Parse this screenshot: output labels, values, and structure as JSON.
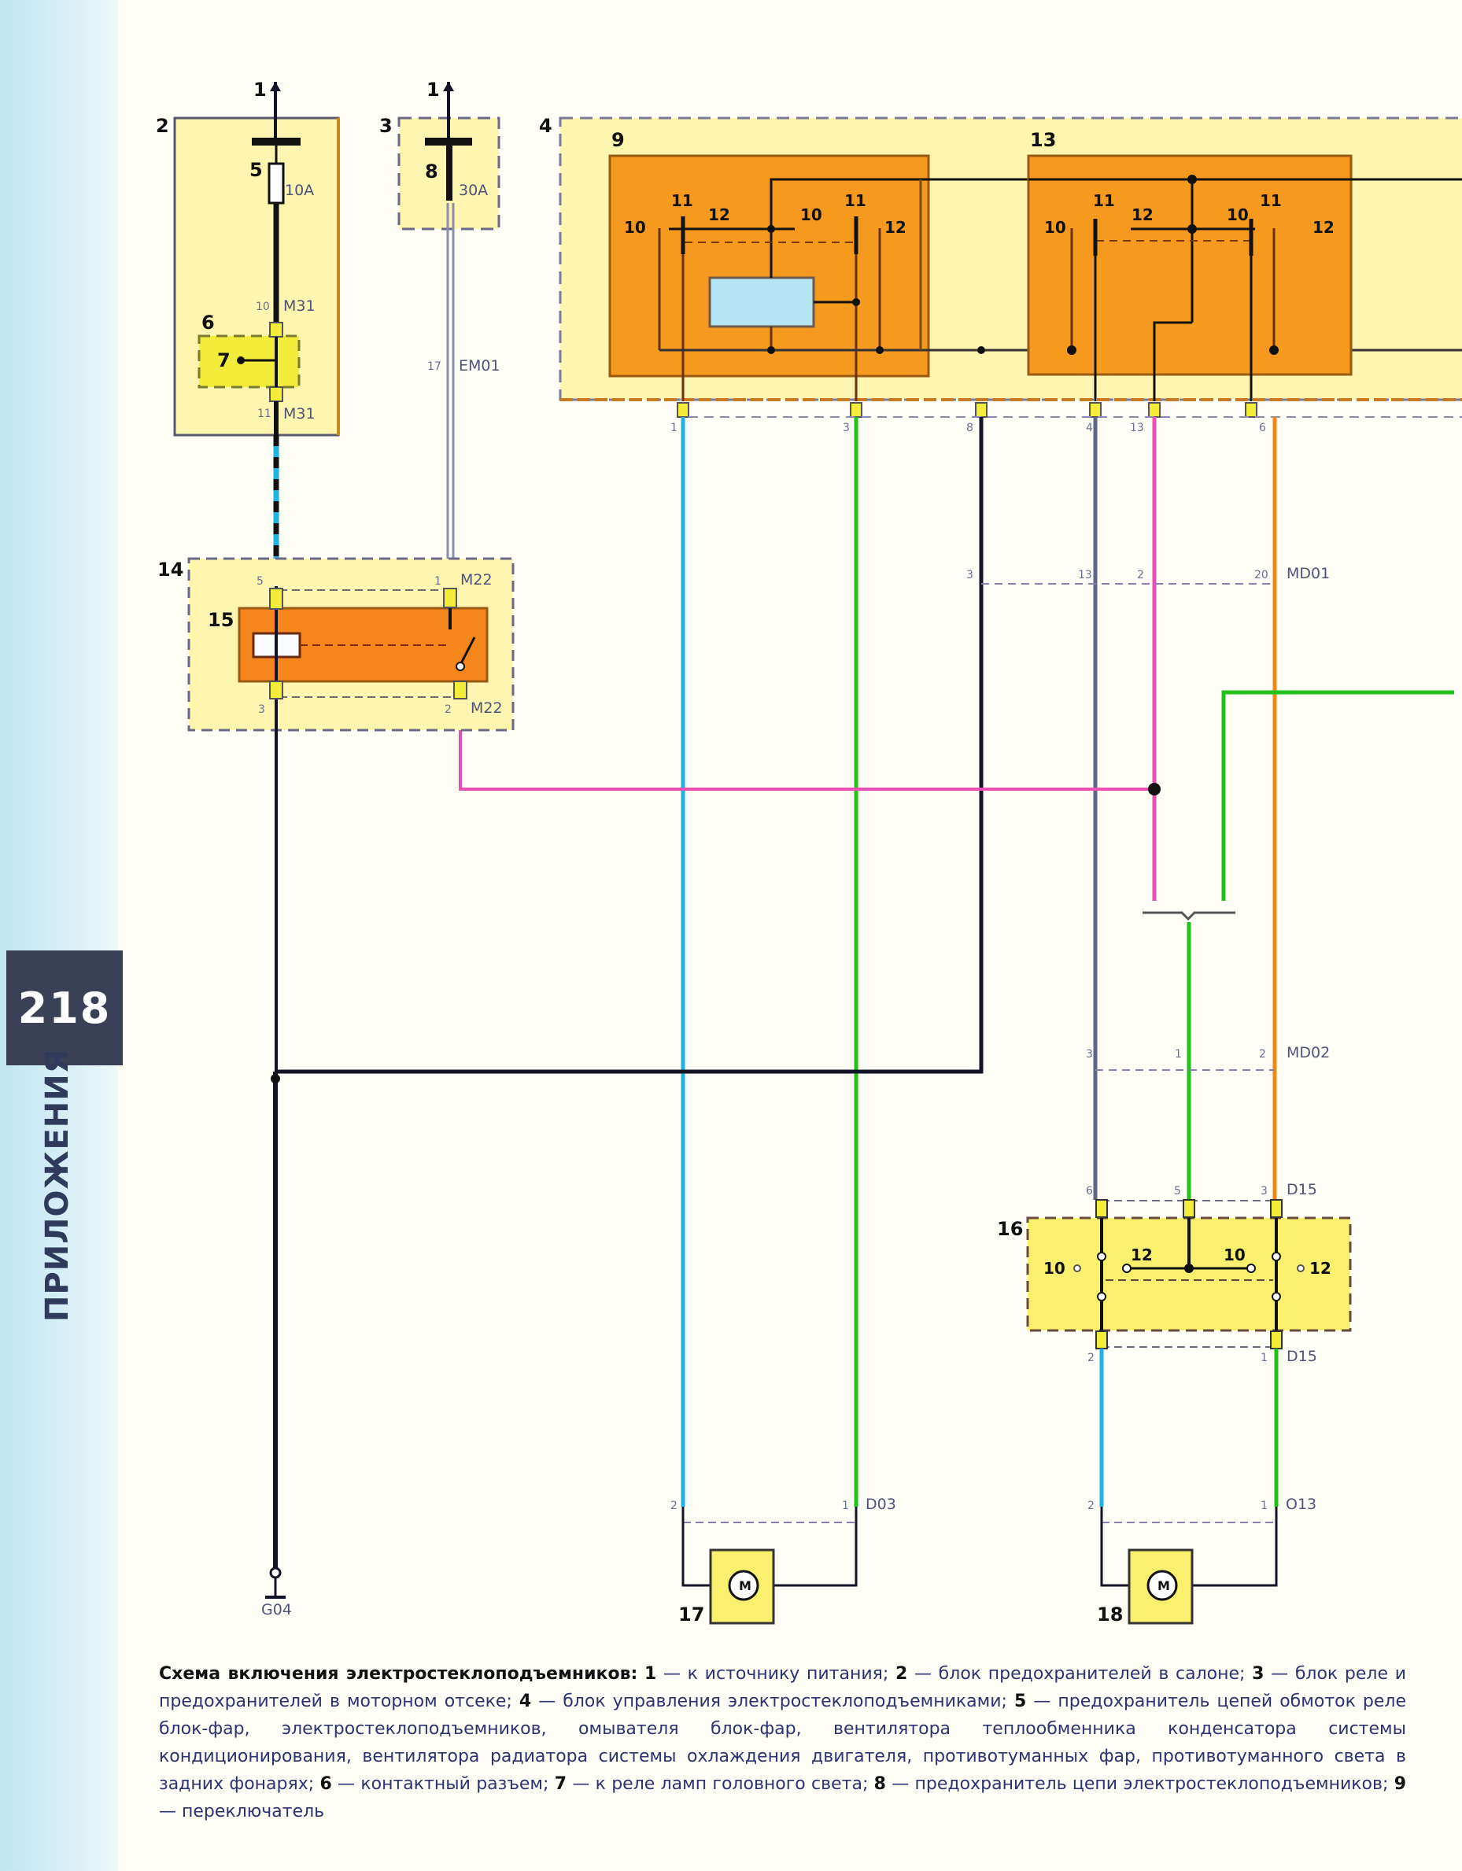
{
  "page": {
    "number": "218",
    "section": "ПРИЛОЖЕНИЯ"
  },
  "diagram": {
    "labels": {
      "n1a": "1",
      "n1b": "1",
      "n2": "2",
      "n3": "3",
      "n4": "4",
      "n5": "5",
      "n6": "6",
      "n7": "7",
      "n8": "8",
      "n9": "9",
      "n13": "13",
      "n14": "14",
      "n15": "15",
      "n16": "16",
      "n17": "17",
      "n18": "18"
    },
    "fuses": {
      "f5_rating": "10A",
      "f8_rating": "30A"
    },
    "switch9": {
      "t10a": "10",
      "t11a": "11",
      "t12a": "12",
      "t10b": "10",
      "t11b": "11",
      "t12b": "12"
    },
    "switch13": {
      "t10a": "10",
      "t11a": "11",
      "t12a": "12",
      "t10b": "10",
      "t11b": "11",
      "t12b": "12"
    },
    "switch16": {
      "t10a": "10",
      "t12a": "12",
      "t10b": "10",
      "t12b": "12"
    },
    "connectors": {
      "m31_top": {
        "pin": "10",
        "name": "M31"
      },
      "m31_bot": {
        "pin": "11",
        "name": "M31"
      },
      "em01": {
        "pin": "17",
        "name": "EM01"
      },
      "m22_top_left": {
        "pin": "5"
      },
      "m22_top_right": {
        "pin": "1",
        "name": "M22"
      },
      "m22_bot_left": {
        "pin": "3"
      },
      "m22_bot_right": {
        "pin": "2",
        "name": "M22"
      },
      "block4_pins": [
        "1",
        "3",
        "8",
        "4",
        "13",
        "6"
      ],
      "md01": {
        "pins": [
          "3",
          "13",
          "2",
          "20"
        ],
        "name": "MD01"
      },
      "md02": {
        "pins": [
          "3",
          "1",
          "2"
        ],
        "name": "MD02"
      },
      "d15_top": {
        "pins": [
          "6",
          "5",
          "3"
        ],
        "name": "D15"
      },
      "d15_bot": {
        "pins": [
          "2",
          "1"
        ],
        "name": "D15"
      },
      "d03": {
        "pins": [
          "2",
          "1"
        ],
        "name": "D03"
      },
      "o13": {
        "pins": [
          "2",
          "1"
        ],
        "name": "O13"
      },
      "ground": {
        "name": "G04"
      }
    },
    "motor_symbol": "M",
    "wire_colors": {
      "black": "#141428",
      "light_blue": "#1fb3e3",
      "green": "#22c11a",
      "gray": "#5d6783",
      "pink": "#ea4fb4",
      "orange": "#f5860f",
      "gray_white": "#8a90aa"
    },
    "block_colors": {
      "fuse_box": "#fdf5b0",
      "switch_body": "#f59a1f",
      "connector_yellow": "#f3ec3a",
      "coil_blue": "#b5e5f4"
    }
  },
  "caption": {
    "title": "Схема включения электростеклоподъемников:",
    "items": [
      {
        "num": "1",
        "text": " — к источнику питания; "
      },
      {
        "num": "2",
        "text": " — блок предохранителей в салоне; "
      },
      {
        "num": "3",
        "text": " — блок реле и предохранителей в моторном отсеке; "
      },
      {
        "num": "4",
        "text": " — блок управления электростеклоподъемниками; "
      },
      {
        "num": "5",
        "text": " — предохранитель цепей обмоток реле блок-фар, электростеклоподъемников, омывателя блок-фар, вентилятора теплообменника конденсатора системы кондиционирования, вентилятора радиатора системы охлаждения двигателя, противотуманных фар, противотуманного света в задних фонарях; "
      },
      {
        "num": "6",
        "text": " — контактный разъем; "
      },
      {
        "num": "7",
        "text": " — к реле ламп головного света; "
      },
      {
        "num": "8",
        "text": " — предохранитель цепи электростеклоподъемников; "
      },
      {
        "num": "9",
        "text": " — переключатель"
      }
    ]
  }
}
